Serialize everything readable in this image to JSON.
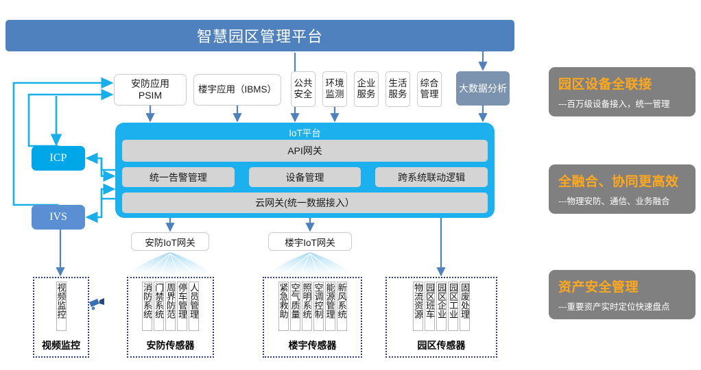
{
  "banner": {
    "title": "智慧园区管理平台"
  },
  "apps": {
    "psim": "安防应用\nPSIM",
    "psim_line1": "安防应用",
    "psim_line2": "PSIM",
    "ibms": "楼宇应用（IBMS）",
    "mini_boxes": [
      {
        "name": "public-security",
        "label": "公共安全"
      },
      {
        "name": "environment-monitor",
        "label": "环境监测"
      },
      {
        "name": "enterprise-service",
        "label": "企业服务"
      },
      {
        "name": "life-service",
        "label": "生活服务"
      },
      {
        "name": "integrated-management",
        "label": "综合管理"
      }
    ],
    "bigdata": "大数据分析"
  },
  "side_systems": {
    "icp": "ICP",
    "ivs": "IVS"
  },
  "iot_platform": {
    "title": "IoT平台",
    "api_gateway": "API网关",
    "middle_row": [
      "统一告警管理",
      "设备管理",
      "跨系统联动逻辑"
    ],
    "cloud_gateway": "云网关(统一数据接入）"
  },
  "gateways": [
    {
      "name": "security-iot-gateway",
      "label": "安防IoT网关"
    },
    {
      "name": "building-iot-gateway",
      "label": "楼宇IoT网关"
    }
  ],
  "sensor_groups": [
    {
      "name": "video-surveillance",
      "title": "视频监控",
      "chips": [
        "视频监控"
      ]
    },
    {
      "name": "security-sensors",
      "title": "安防传感器",
      "chips": [
        "消防系统",
        "门禁系统",
        "周界防范",
        "停车管理",
        "人员管理"
      ]
    },
    {
      "name": "building-sensors",
      "title": "楼宇传感器",
      "chips": [
        "紧急救助",
        "空气质量",
        "照明系统",
        "空调控制",
        "能源管理",
        "新风系统"
      ]
    },
    {
      "name": "park-sensors",
      "title": "园区传感器",
      "chips": [
        "物流资源",
        "园区班车",
        "园区企业",
        "园区工业",
        "固废处理"
      ]
    }
  ],
  "feature_cards": [
    {
      "name": "full-device-connection",
      "title": "园区设备全联接",
      "subtitle": "---百万级设备接入，统一管理"
    },
    {
      "name": "full-convergence",
      "title": "全融合、协同更高效",
      "subtitle": "---物理安防、通信、业务融合"
    },
    {
      "name": "asset-security",
      "title": "资产安全管理",
      "subtitle": "---重要资产实时定位快速盘点"
    }
  ],
  "colors": {
    "banner_blue": "#4E81BD",
    "iot_blue": "#1CB0EF",
    "icp_cyan": "#00A7E8",
    "ivs_blue": "#5B8FD4",
    "bigdata_gray": "#7B93AF",
    "slab_gray": "#D4D4D4",
    "card_gray": "#808080",
    "card_title_orange": "#FFA81E",
    "arrow_blue": "#4F81BD",
    "wire_cyan": "#18AEEA",
    "dotted_navy": "#2B3A8F"
  }
}
